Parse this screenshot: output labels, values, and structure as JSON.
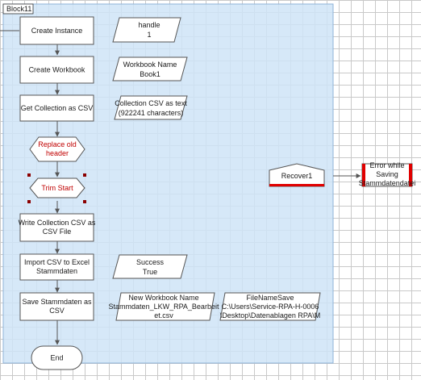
{
  "block": {
    "label": "Block11"
  },
  "steps": {
    "create_instance": "Create Instance",
    "create_workbook": "Create Workbook",
    "get_collection": "Get Collection as CSV",
    "replace_old_header": [
      "Replace old",
      "header"
    ],
    "trim_start": "Trim Start",
    "write_collection": [
      "Write Collection CSV as",
      "CSV File"
    ],
    "import_csv": [
      "Import CSV to Excel",
      "Stammdaten"
    ],
    "save_stammdaten": [
      "Save Stammdaten as",
      "CSV"
    ],
    "end": "End"
  },
  "data_items": {
    "handle": [
      "handle",
      "1"
    ],
    "workbook_name": [
      "Workbook Name",
      "Book1"
    ],
    "collection_csv": [
      "Collection CSV as text",
      "(922241 characters)"
    ],
    "success": [
      "Success",
      "True"
    ],
    "new_workbook_name": [
      "New Workbook Name",
      "Stammdaten_LKW_RPA_Bearbeit",
      "et.csv"
    ],
    "file_name_save": [
      "FileNameSave",
      "C:\\Users\\Service-RPA-H-0006",
      "\\Desktop\\Datenablagen RPA\\M"
    ]
  },
  "recovery": {
    "recover": "Recover1",
    "exception": [
      "Error while",
      "Saving",
      "Stammdatendatei"
    ]
  },
  "colors": {
    "block_fill": "#cfe4f7",
    "block_stroke": "#8fb3d9",
    "shape_stroke": "#555555",
    "decision_text": "#c00000",
    "recover_accent": "#e00000",
    "handle": "#8b0000"
  }
}
